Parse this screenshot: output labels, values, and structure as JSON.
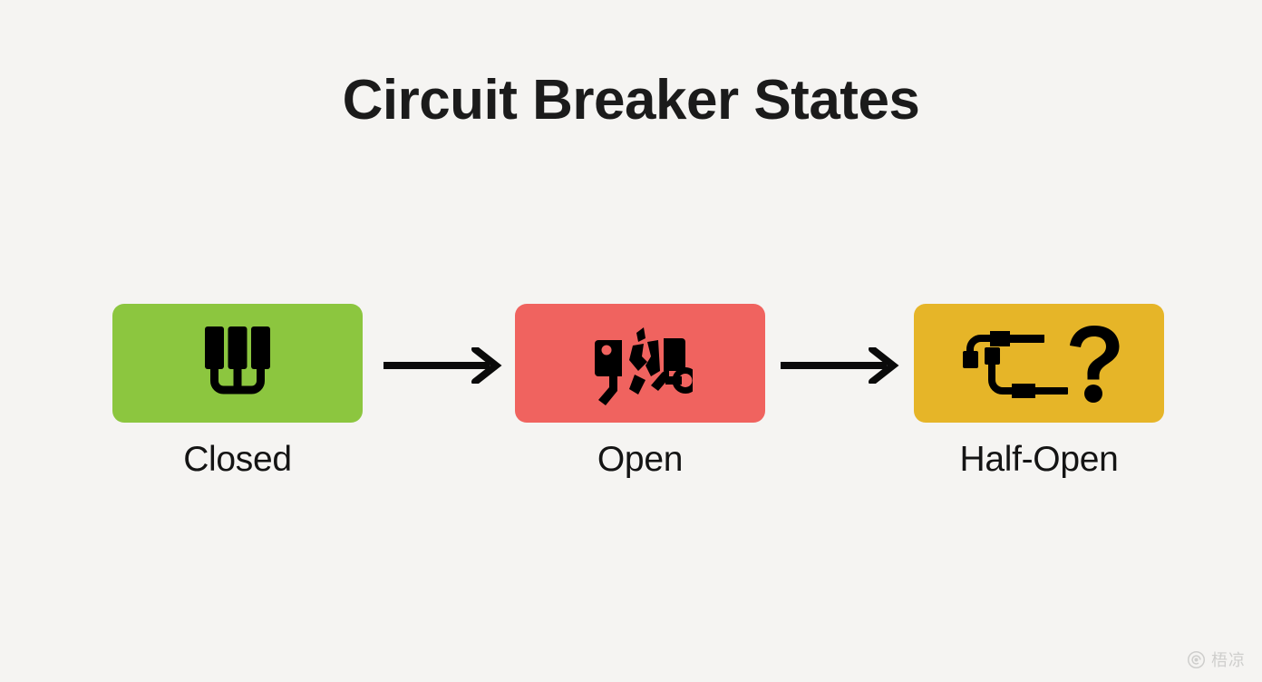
{
  "page": {
    "title": "Circuit Breaker States",
    "background_color": "#f5f4f2",
    "title_color": "#1b1b1b"
  },
  "diagram": {
    "type": "state-flow",
    "states": [
      {
        "label": "Closed",
        "card_color": "#8cc63f",
        "icon": "closed-circuit-icon",
        "icon_color": "#000000"
      },
      {
        "label": "Open",
        "card_color": "#f0635f",
        "icon": "broken-circuit-icon",
        "icon_color": "#000000"
      },
      {
        "label": "Half-Open",
        "card_color": "#e6b528",
        "icon": "question-circuit-icon",
        "icon_color": "#000000"
      }
    ],
    "transitions": [
      {
        "from": "Closed",
        "to": "Open",
        "marker": "arrow-right"
      },
      {
        "from": "Open",
        "to": "Half-Open",
        "marker": "arrow-right"
      }
    ],
    "arrow_color": "#0a0a0a"
  },
  "watermark": {
    "text": "梧凉",
    "icon": "watermark-logo-icon",
    "color": "#9a9a9a"
  }
}
